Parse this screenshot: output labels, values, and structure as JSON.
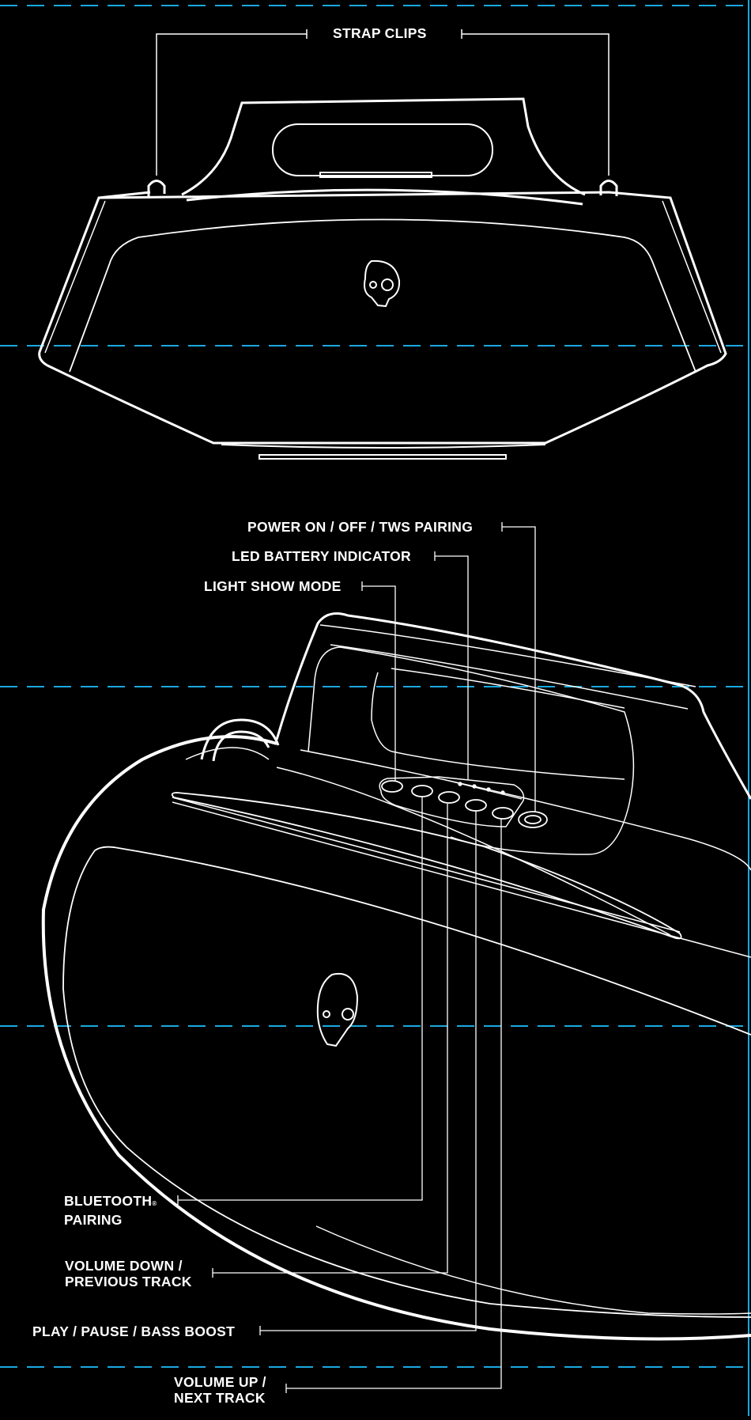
{
  "colors": {
    "background": "#000000",
    "line": "#ffffff",
    "guide": "#1aa8e0"
  },
  "top_view": {
    "callout": "STRAP CLIPS",
    "logo_icon": "skull-logo"
  },
  "side_view": {
    "logo_icon": "skull-logo",
    "callouts": {
      "power": "POWER ON / OFF / TWS PAIRING",
      "led": "LED BATTERY INDICATOR",
      "light": "LIGHT SHOW MODE",
      "bt_line1": "BLUETOOTH",
      "bt_mark": "®",
      "bt_line2": "PAIRING",
      "voldown_line1": "VOLUME DOWN /",
      "voldown_line2": "PREVIOUS TRACK",
      "play": "PLAY / PAUSE / BASS BOOST",
      "volup_line1": "VOLUME UP /",
      "volup_line2": "NEXT TRACK"
    }
  }
}
